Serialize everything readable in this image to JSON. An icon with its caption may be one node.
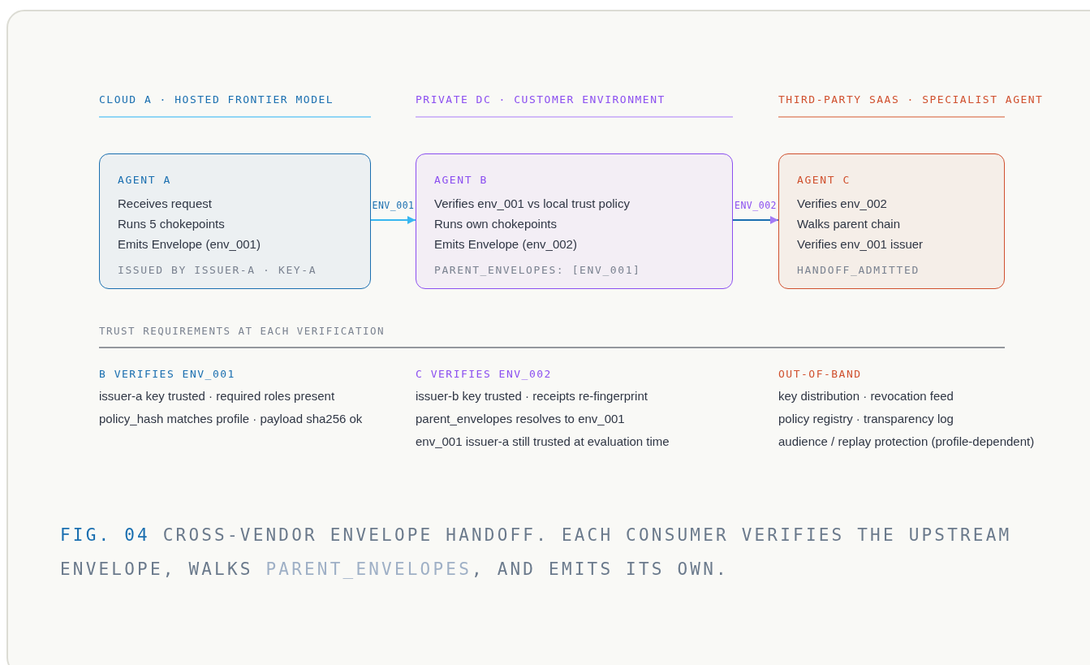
{
  "diagram": {
    "caption": "**FIG. 04**  CROSS-VENDOR ENVELOPE HANDOFF. EACH CONSUMER VERIFIES THE UPSTREAM ENVELOPE, WALKS *PARENT_ENVELOPES*, AND EMITS ITS OWN.",
    "nodes": [
      {
        "text": [
          "AGENT A",
          "Receives request",
          "Runs 5 chokepoints",
          "Emits Envelope (env_001)",
          "ISSUED BY ISSUER-A · KEY-A"
        ]
      },
      {
        "text": [
          "AGENT B",
          "Verifies env_001 vs local trust policy",
          "Runs own chokepoints",
          "Emits Envelope (env_002)",
          "PARENT_ENVELOPES: [ENV_001]"
        ]
      },
      {
        "text": [
          "AGENT C",
          "Verifies env_002",
          "Walks parent chain",
          "Verifies env_001 issuer",
          "HANDOFF_ADMITTED"
        ]
      }
    ],
    "edges": [
      {
        "from": 0,
        "to": 1,
        "arrow": "to",
        "label": "ENV_001"
      },
      {
        "from": 1,
        "to": 2,
        "arrow": "to",
        "label": "ENV_002"
      }
    ],
    "labels": [
      "CLOUD A · HOSTED FRONTIER MODEL",
      "PRIVATE DC · CUSTOMER ENVIRONMENT",
      "THIRD-PARTY SAAS · SPECIALIST AGENT",
      "TRUST REQUIREMENTS AT EACH VERIFICATION",
      "B VERIFIES ENV_001",
      "C VERIFIES ENV_002",
      "OUT-OF-BAND",
      "issuer-a key trusted · required roles present",
      "issuer-b key trusted · receipts re-fingerprint",
      "key distribution · revocation feed",
      "policy_hash matches profile · payload sha256 ok",
      "parent_envelopes resolves to env_001",
      "policy registry · transparency log",
      "env_001 issuer-a still trusted at evaluation time",
      "audience / replay protection (profile-dependent)"
    ]
  }
}
